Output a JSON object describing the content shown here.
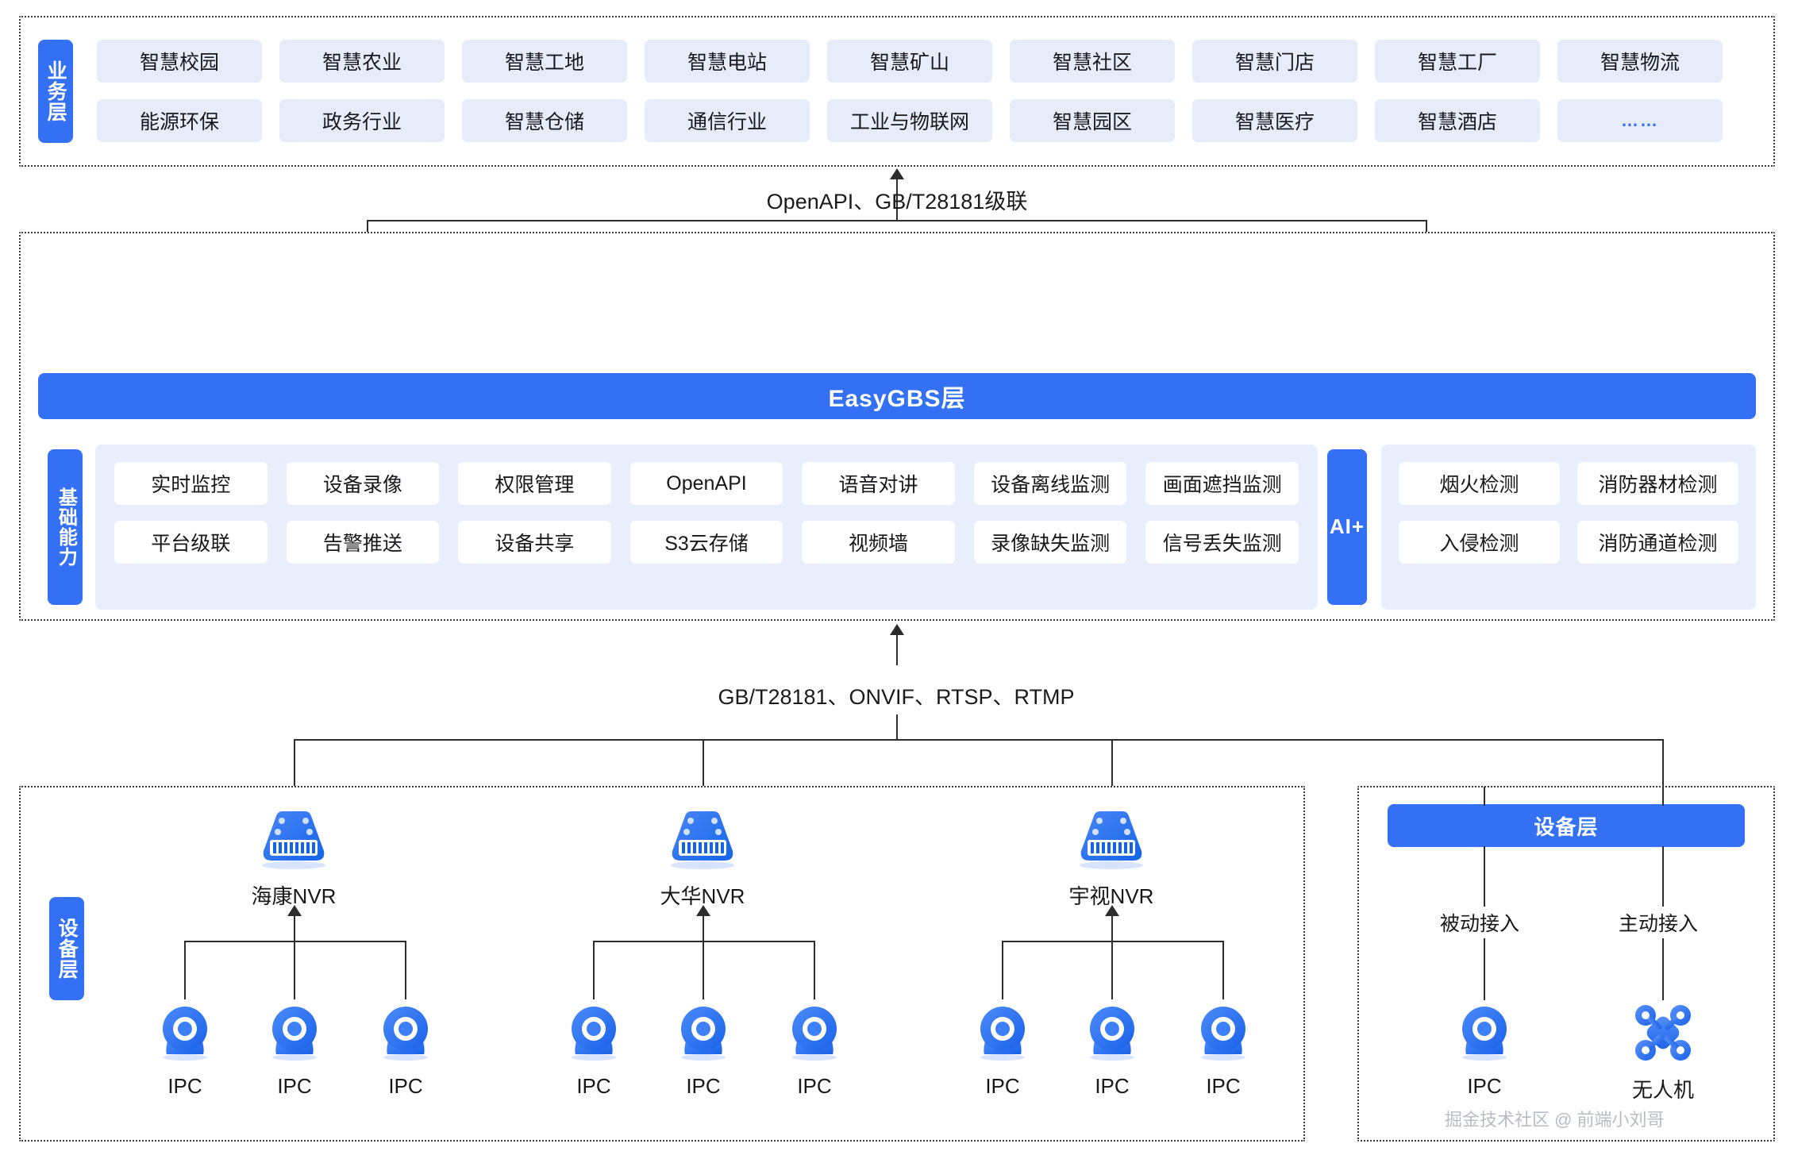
{
  "business_layer": {
    "tab_label": "业务层",
    "row1": [
      "智慧校园",
      "智慧农业",
      "智慧工地",
      "智慧电站",
      "智慧矿山",
      "智慧社区",
      "智慧门店",
      "智慧工厂",
      "智慧物流"
    ],
    "row2": [
      "能源环保",
      "政务行业",
      "智慧仓储",
      "通信行业",
      "工业与物联网",
      "智慧园区",
      "智慧医疗",
      "智慧酒店",
      "……"
    ]
  },
  "connector_top": {
    "label": "OpenAPI、GB/T28181级联"
  },
  "platform_layer": {
    "band_label": "EasyGBS层",
    "tab_label": "基础能力",
    "capabilities_row1": [
      "实时监控",
      "设备录像",
      "权限管理",
      "OpenAPI",
      "语音对讲",
      "设备离线监测",
      "画面遮挡监测"
    ],
    "capabilities_row2": [
      "平台级联",
      "告警推送",
      "设备共享",
      "S3云存储",
      "视频墙",
      "录像缺失监测",
      "信号丢失监测"
    ],
    "ai": {
      "tab_label": "AI+",
      "items": [
        "烟火检测",
        "消防器材检测",
        "入侵检测",
        "消防通道检测"
      ]
    }
  },
  "connector_bottom": {
    "label": "GB/T28181、ONVIF、RTSP、RTMP"
  },
  "device_layer_left": {
    "tab_label": "设备层",
    "groups": [
      {
        "nvr_label": "海康NVR",
        "nvr_icon": "nvr-icon",
        "cameras": [
          "IPC",
          "IPC",
          "IPC"
        ]
      },
      {
        "nvr_label": "大华NVR",
        "nvr_icon": "nvr-icon",
        "cameras": [
          "IPC",
          "IPC",
          "IPC"
        ]
      },
      {
        "nvr_label": "宇视NVR",
        "nvr_icon": "nvr-icon",
        "cameras": [
          "IPC",
          "IPC",
          "IPC"
        ]
      }
    ]
  },
  "device_layer_right": {
    "band_label": "设备层",
    "branches": [
      {
        "edge_label": "被动接入",
        "node_label": "IPC",
        "icon": "camera-icon"
      },
      {
        "edge_label": "主动接入",
        "node_label": "无人机",
        "icon": "drone-icon"
      }
    ]
  },
  "watermark": {
    "text": "掘金技术社区 @ 前端小刘哥"
  },
  "colors": {
    "brand_blue": "#3370f3",
    "chip_bg": "#e7ecfb",
    "panel_bg": "#e9eefc",
    "line": "#2c2c2c"
  }
}
